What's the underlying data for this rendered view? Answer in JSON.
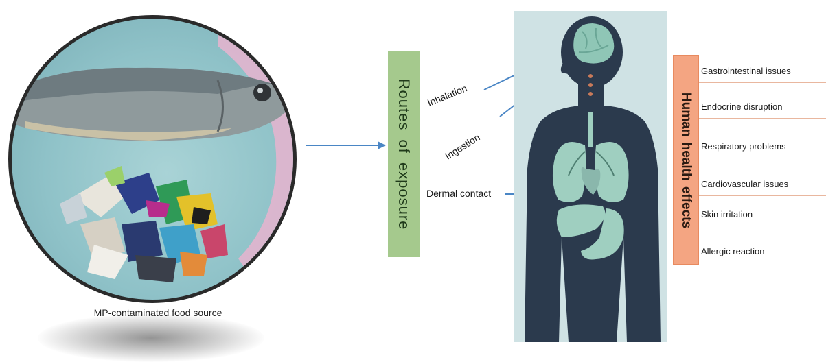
{
  "food_source": {
    "caption": "MP-contaminated food source"
  },
  "routes": {
    "title": "Routes of exposure",
    "inhalation": "Inhalation",
    "ingestion": "Ingestion",
    "dermal": "Dermal contact"
  },
  "effects": {
    "title": "Human health effects",
    "items": [
      "Gastrointestinal issues",
      "Endocrine disruption",
      "Respiratory problems",
      "Cardiovascular issues",
      "Skin irritation",
      "Allergic reaction"
    ]
  },
  "colors": {
    "routes_box": "#a5c98d",
    "effects_box": "#f4a582",
    "body_silhouette": "#2b3a4d",
    "organs": "#9fcfc0",
    "arrow": "#4a86c5"
  }
}
